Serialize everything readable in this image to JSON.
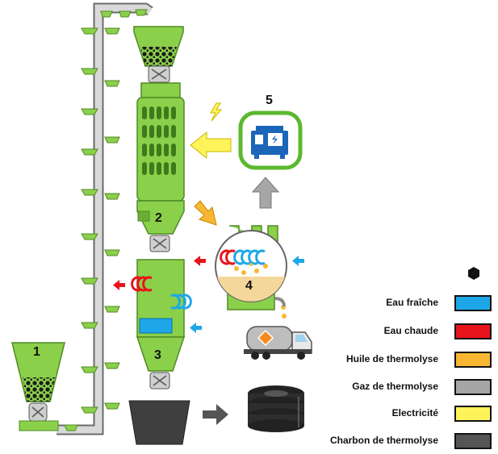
{
  "steps": {
    "s1": "1",
    "s2": "2",
    "s3": "3",
    "s4": "4",
    "s5": "5"
  },
  "legend": [
    {
      "label": "Eau fraîche",
      "color": "#1ea7e8"
    },
    {
      "label": "Eau chaude",
      "color": "#e8141b"
    },
    {
      "label": "Huile de thermolyse",
      "color": "#f7b733"
    },
    {
      "label": "Gaz de thermolyse",
      "color": "#a6a6a6"
    },
    {
      "label": "Electricité",
      "color": "#fff35a"
    },
    {
      "label": "Charbon de thermolyse",
      "color": "#555555"
    }
  ],
  "colors": {
    "equipment": "#8bd04a",
    "equipment_dark": "#4f8a24",
    "tires": "#222222",
    "pellet": "#1b1b1b",
    "generator_frame": "#5cb82f",
    "generator_body": "#1b66b8"
  },
  "icons": {
    "legend_marker": "hexagon-icon",
    "generator": "generator-icon",
    "tanker": "tanker-truck-icon",
    "tires": "tire-stack-icon",
    "lightning": "lightning-icon"
  }
}
